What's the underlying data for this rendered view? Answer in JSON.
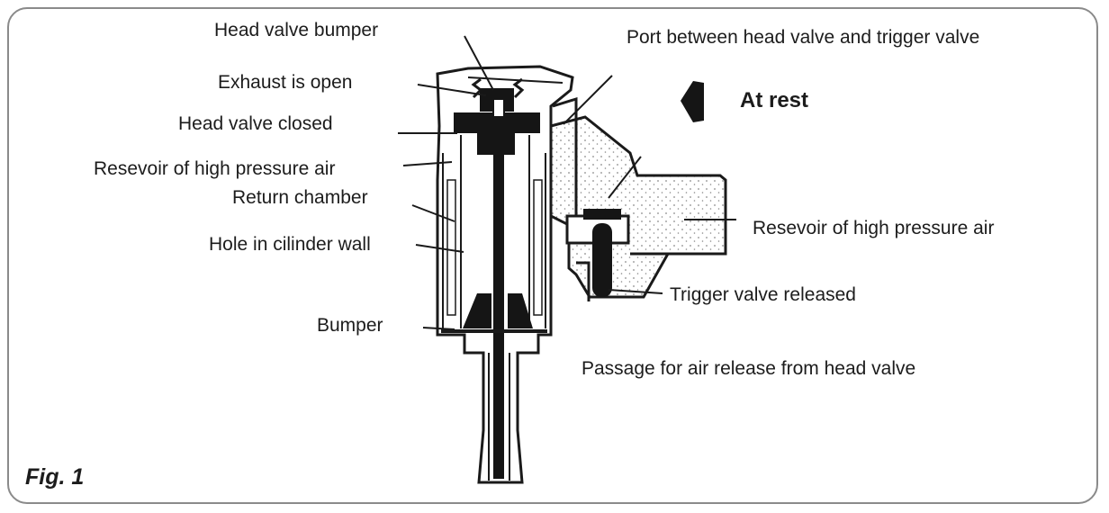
{
  "labels": {
    "head_valve_bumper": "Head valve bumper",
    "exhaust_open": "Exhaust is open",
    "head_valve_closed": "Head valve closed",
    "reservoir_left": "Resevoir of high pressure air",
    "return_chamber": "Return chamber",
    "hole_cylinder": "Hole in cilinder wall",
    "bumper": "Bumper",
    "port_between": "Port between head valve and trigger valve",
    "at_rest": "At rest",
    "reservoir_right": "Resevoir of high pressure air",
    "trigger_released": "Trigger valve released",
    "passage_release": "Passage for air release from head valve"
  },
  "figure_caption": "Fig. 1",
  "colors": {
    "line": "#1a1a1a",
    "frame": "#8a8a8a",
    "stipple": "#9a9a9a"
  }
}
